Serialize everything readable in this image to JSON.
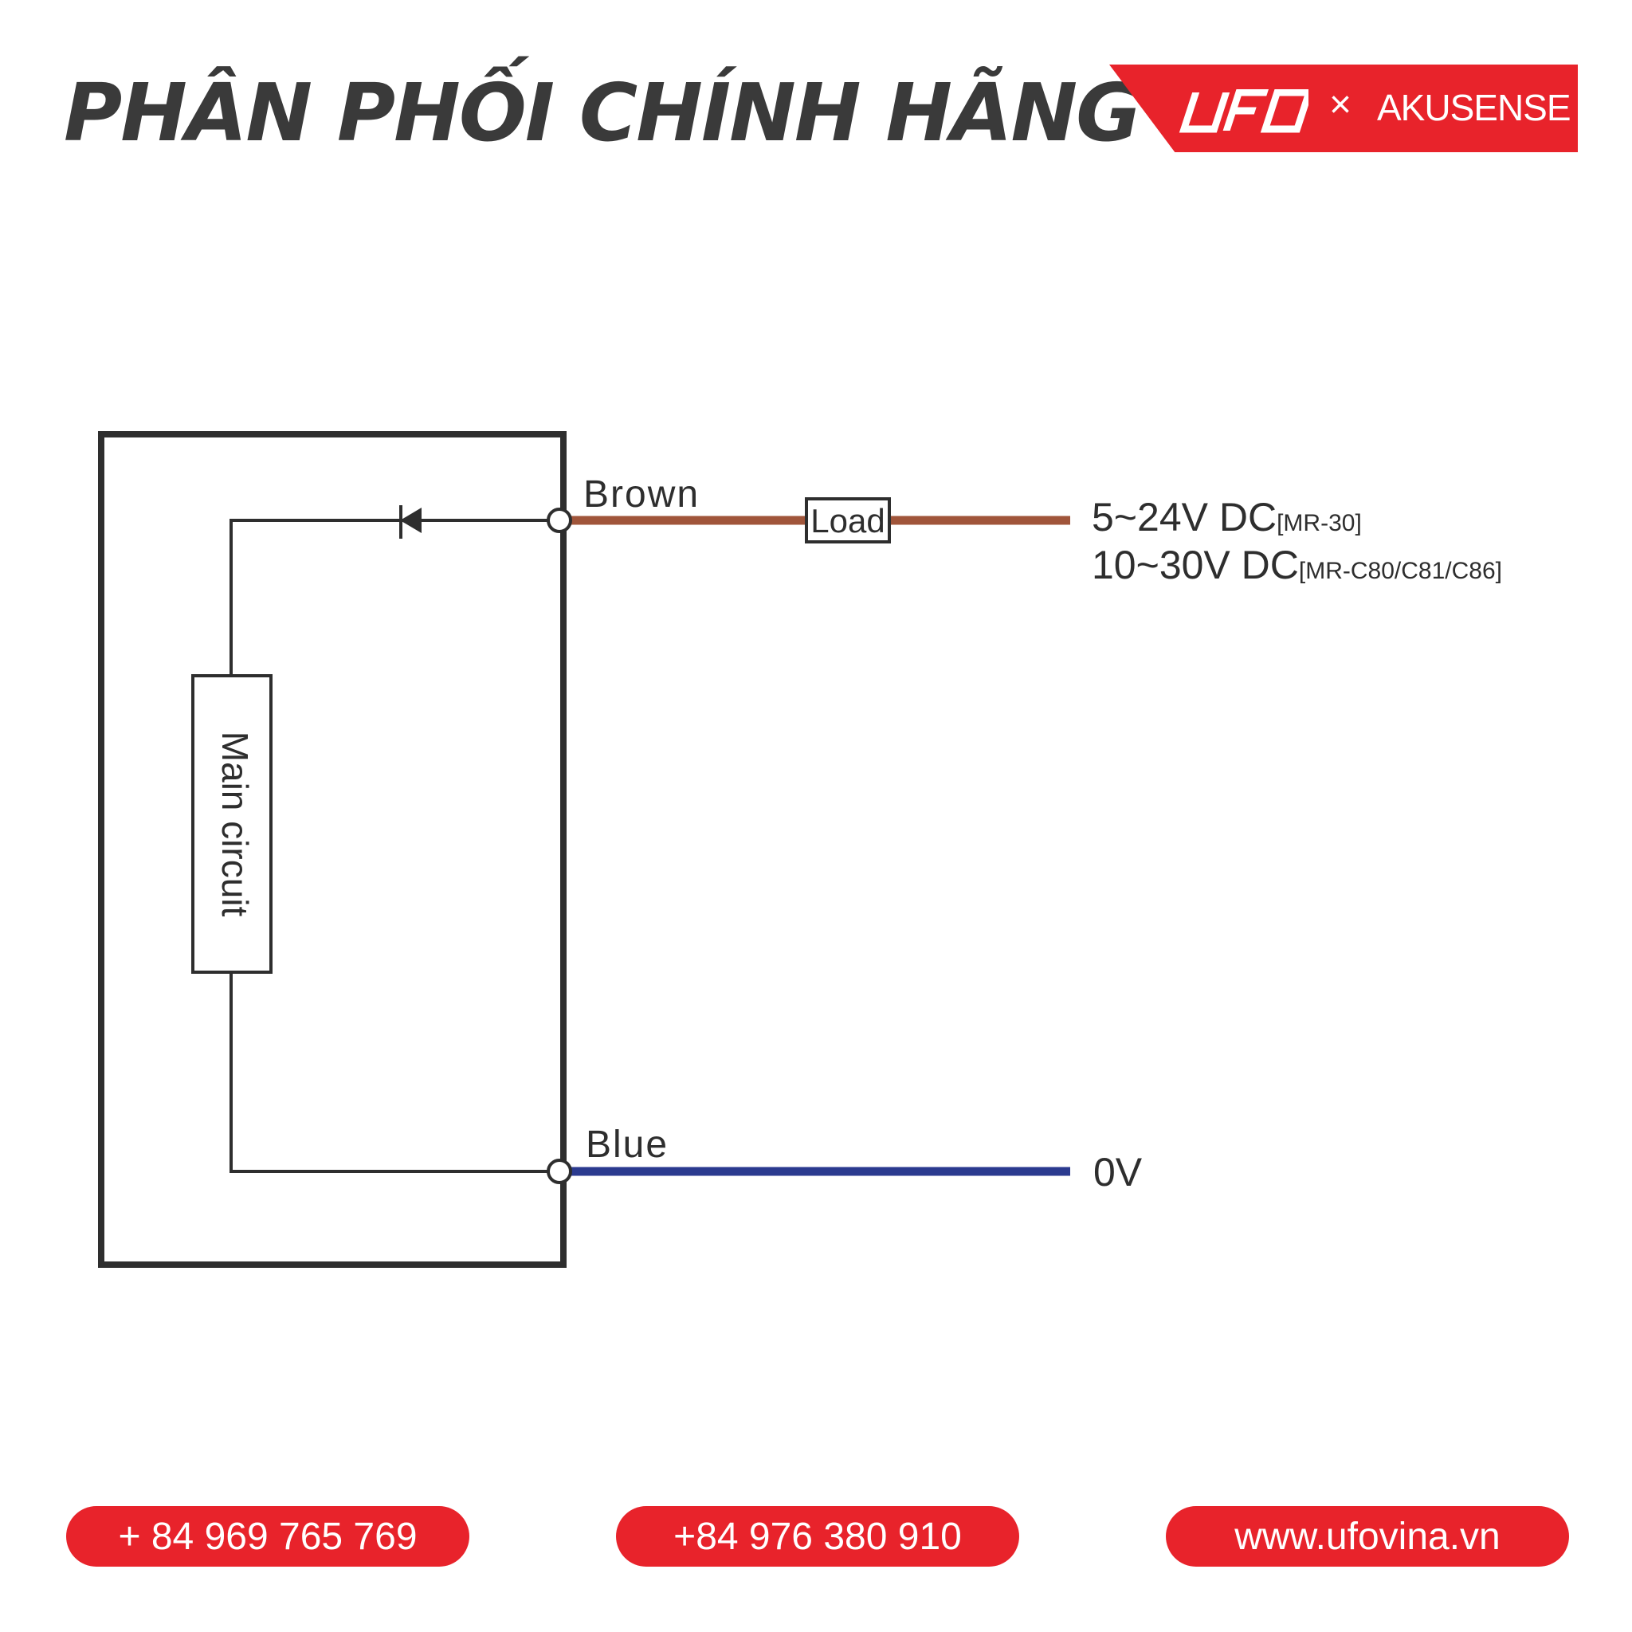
{
  "header": {
    "headline": "PHÂN PHỐI CHÍNH HÃNG",
    "brand_separator": "×",
    "brand_partner": "AKUSENSE",
    "brand_logo_icon": "ufo-logo-icon",
    "banner_color": "#e8232b"
  },
  "diagram": {
    "block_label": "Main circuit",
    "load_label": "Load",
    "wires": [
      {
        "label": "Brown",
        "color": "#a0553a"
      },
      {
        "label": "Blue",
        "color": "#2b3a8f"
      }
    ],
    "supply": [
      {
        "main": "5~24V DC",
        "model": "[MR-30]"
      },
      {
        "main": "10~30V DC",
        "model": "[MR-C80/C81/C86]"
      }
    ],
    "ground_label": "0V"
  },
  "footer": {
    "contacts": [
      "+ 84 969 765 769",
      "+84 976 380 910",
      "www.ufovina.vn"
    ]
  }
}
